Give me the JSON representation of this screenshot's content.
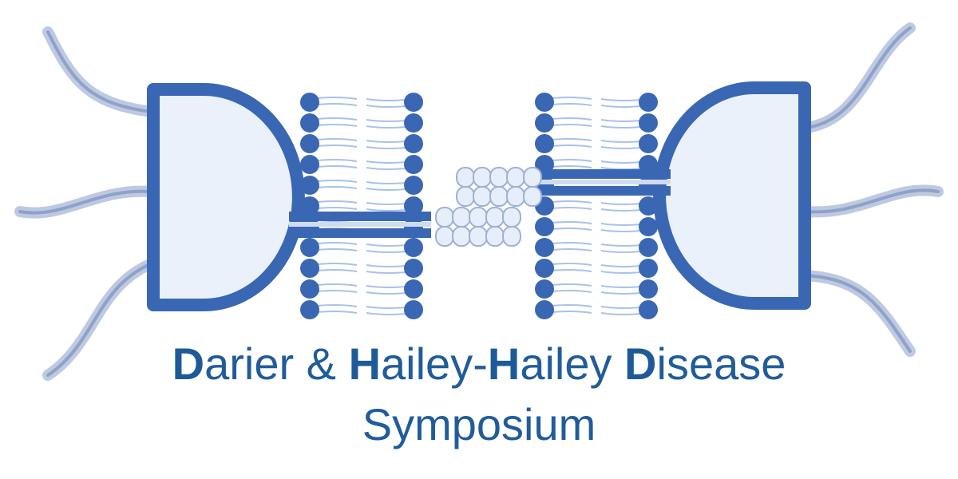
{
  "title": {
    "line1": [
      {
        "text": "D",
        "bold": true
      },
      {
        "text": "arier & ",
        "bold": false
      },
      {
        "text": "H",
        "bold": true
      },
      {
        "text": "ailey-",
        "bold": false
      },
      {
        "text": "H",
        "bold": true
      },
      {
        "text": "ailey ",
        "bold": false
      },
      {
        "text": "D",
        "bold": true
      },
      {
        "text": "isease",
        "bold": false
      }
    ],
    "line2": "Symposium"
  },
  "colors": {
    "primary": "#3a67b3",
    "title": "#215c9a",
    "fill_light": "#eaf1fb",
    "lipid_tail": "#a9c2e6",
    "strand": "#9fb0d4",
    "junction_plate": "#e6eefa"
  },
  "icons": [
    "keratinocyte-cell-left-icon",
    "keratinocyte-cell-right-icon",
    "lipid-bilayer-icon",
    "desmosome-junction-icon",
    "keratin-filament-icon"
  ]
}
